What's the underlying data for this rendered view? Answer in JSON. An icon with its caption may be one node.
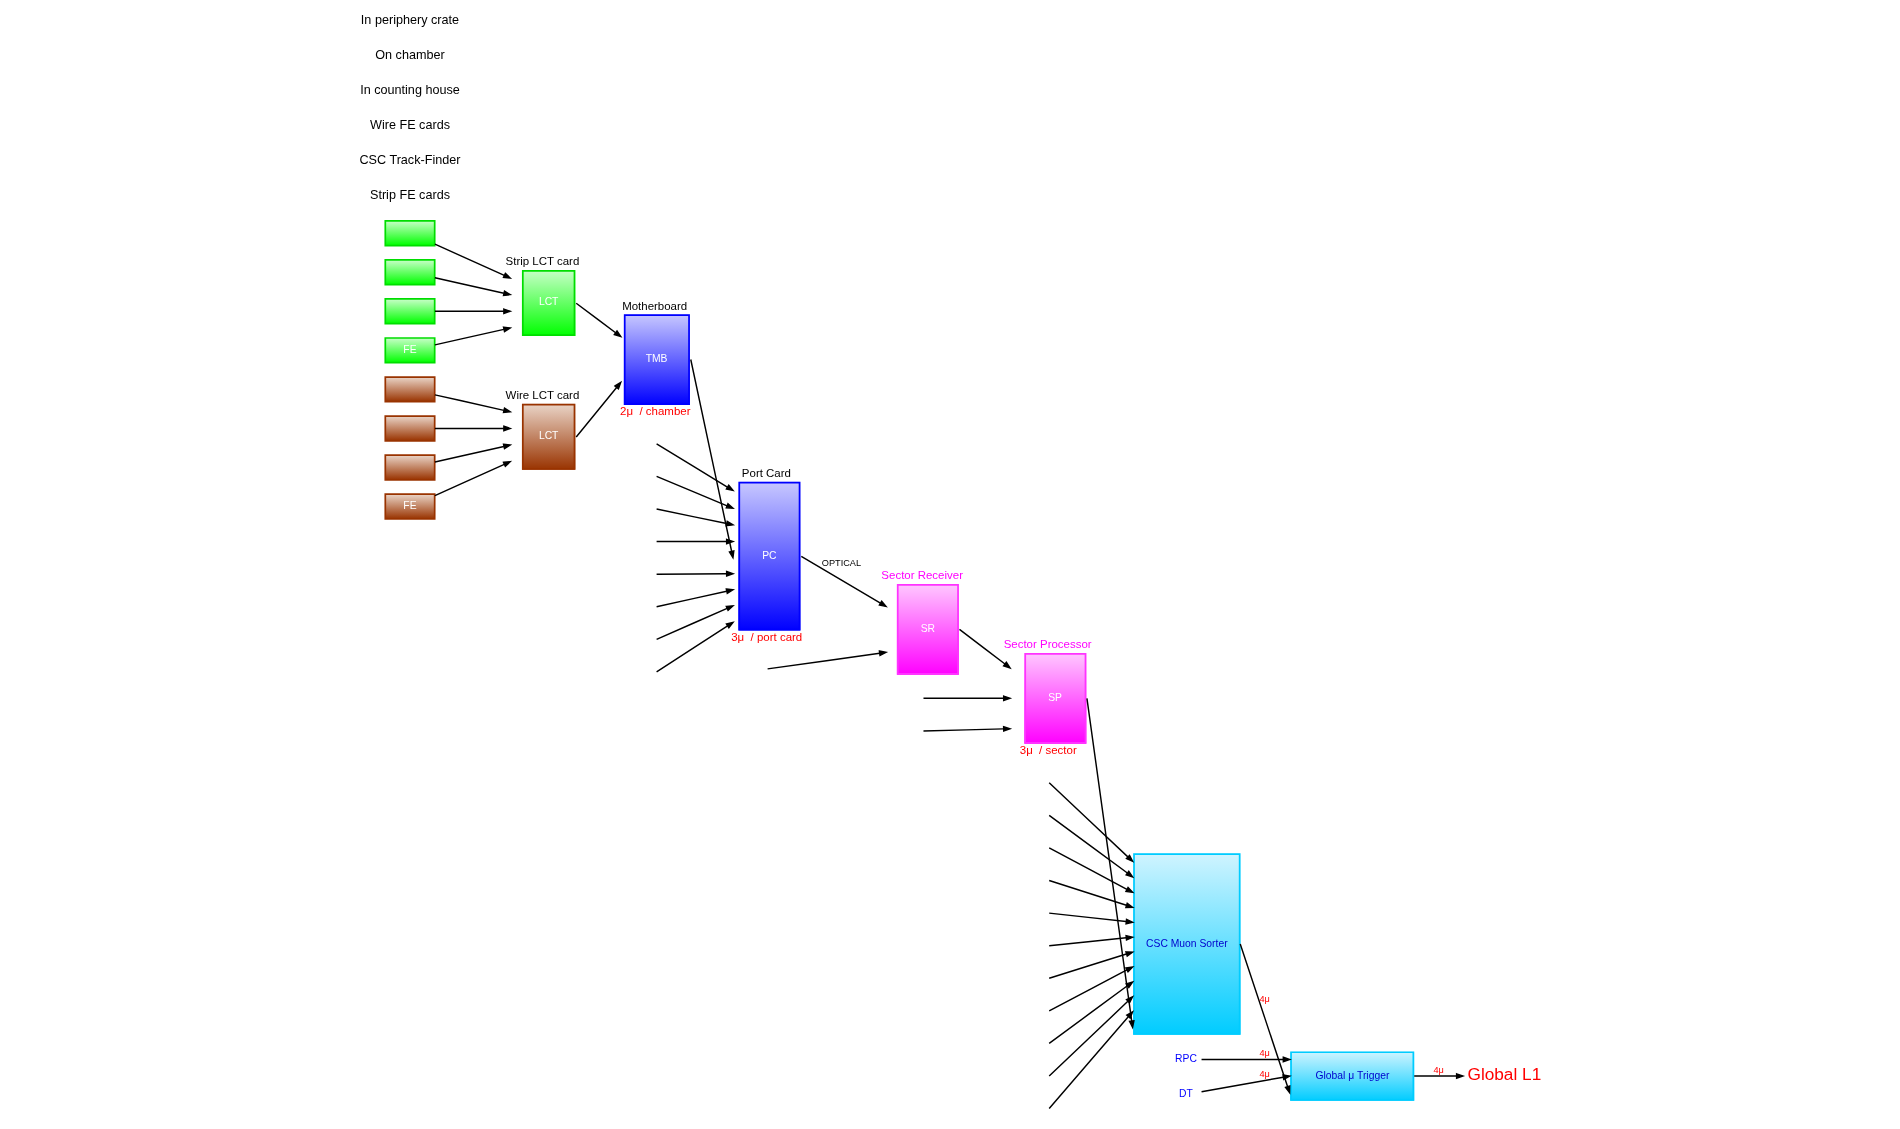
{
  "diagram": {
    "nodes": [
      {
        "text": [],
        "shape": "box"
      },
      {
        "text": [],
        "shape": "box"
      },
      {
        "text": [],
        "shape": "box"
      },
      {
        "text": [
          "FE"
        ]
      },
      {
        "text": [
          "LCT"
        ],
        "beside": [
          "Strip LCT card"
        ]
      },
      {
        "text": [],
        "shape": "box"
      },
      {
        "text": [],
        "shape": "box"
      },
      {
        "text": [],
        "shape": "box"
      },
      {
        "text": [
          "FE"
        ]
      },
      {
        "text": [
          "LCT"
        ],
        "beside": [
          "Wire LCT card"
        ]
      },
      {
        "text": [
          "TMB"
        ],
        "beside": [
          "Motherboard",
          "2μ  / chamber"
        ]
      },
      {
        "text": [
          "PC"
        ],
        "beside": [
          "Port Card",
          "3μ  / port card"
        ]
      },
      {
        "text": [
          "SR"
        ],
        "beside": [
          "Sector Receiver"
        ]
      },
      {
        "text": [
          "SP"
        ],
        "beside": [
          "Sector Processor",
          "3μ  / sector"
        ]
      },
      {
        "text": [
          "CSC Muon Sorter"
        ]
      },
      {
        "text": [
          "Global μ Trigger"
        ]
      },
      {
        "text": [
          "RPC"
        ]
      },
      {
        "text": [
          "DT"
        ]
      },
      {
        "text": [
          "Global L1"
        ]
      }
    ],
    "edges": [
      {
        "from": 0,
        "to": 4,
        "arrow": "to"
      },
      {
        "from": 1,
        "to": 4,
        "arrow": "to"
      },
      {
        "from": 2,
        "to": 4,
        "arrow": "to"
      },
      {
        "from": 3,
        "to": 4,
        "arrow": "to"
      },
      {
        "from": 5,
        "to": 9,
        "arrow": "to"
      },
      {
        "from": 6,
        "to": 9,
        "arrow": "to"
      },
      {
        "from": 7,
        "to": 9,
        "arrow": "to"
      },
      {
        "from": 8,
        "to": 9,
        "arrow": "to"
      },
      {
        "from": 4,
        "to": 10,
        "arrow": "to"
      },
      {
        "from": 9,
        "to": 10,
        "arrow": "to"
      },
      {
        "from": null,
        "to": 11,
        "arrow": "to"
      },
      {
        "from": null,
        "to": 11,
        "arrow": "to"
      },
      {
        "from": null,
        "to": 11,
        "arrow": "to"
      },
      {
        "from": null,
        "to": 11,
        "arrow": "to"
      },
      {
        "from": 10,
        "to": 11,
        "arrow": "to"
      },
      {
        "from": null,
        "to": 11,
        "arrow": "to"
      },
      {
        "from": null,
        "to": 11,
        "arrow": "to"
      },
      {
        "from": null,
        "to": 11,
        "arrow": "to"
      },
      {
        "from": null,
        "to": 11,
        "arrow": "to"
      },
      {
        "from": 11,
        "to": 12,
        "arrow": "to",
        "label": "OPTICAL"
      },
      {
        "from": null,
        "to": 12,
        "arrow": "to"
      },
      {
        "from": 12,
        "to": 13,
        "arrow": "to"
      },
      {
        "from": null,
        "to": 13,
        "arrow": "to"
      },
      {
        "from": null,
        "to": 13,
        "arrow": "to"
      },
      {
        "from": null,
        "to": 14,
        "arrow": "to"
      },
      {
        "from": null,
        "to": 14,
        "arrow": "to"
      },
      {
        "from": null,
        "to": 14,
        "arrow": "to"
      },
      {
        "from": null,
        "to": 14,
        "arrow": "to"
      },
      {
        "from": null,
        "to": 14,
        "arrow": "to"
      },
      {
        "from": null,
        "to": 14,
        "arrow": "to"
      },
      {
        "from": null,
        "to": 14,
        "arrow": "to"
      },
      {
        "from": null,
        "to": 14,
        "arrow": "to"
      },
      {
        "from": null,
        "to": 14,
        "arrow": "to"
      },
      {
        "from": null,
        "to": 14,
        "arrow": "to"
      },
      {
        "from": null,
        "to": 14,
        "arrow": "to"
      },
      {
        "from": 13,
        "to": 14,
        "arrow": "to"
      },
      {
        "from": 16,
        "to": 15,
        "arrow": "to",
        "label": "4μ"
      },
      {
        "from": 17,
        "to": 15,
        "arrow": "to",
        "label": "4μ"
      },
      {
        "from": 14,
        "to": 15,
        "arrow": "to",
        "label": "4μ"
      },
      {
        "from": 15,
        "to": 18,
        "arrow": "to",
        "label": "4μ"
      }
    ],
    "labels": [
      "Strip FE cards",
      "CSC Track-Finder",
      "Wire FE cards",
      "In counting house",
      "On chamber",
      "In periphery crate"
    ]
  }
}
